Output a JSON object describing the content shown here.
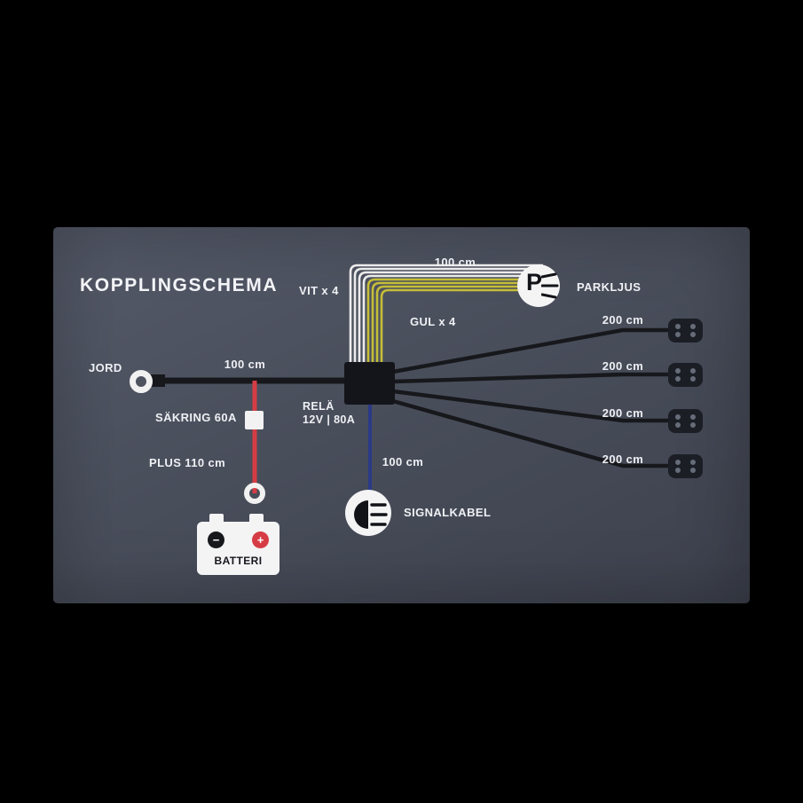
{
  "diagram": {
    "title": "KOPPLINGSCHEMA",
    "ground": {
      "label": "JORD",
      "length": "100 cm"
    },
    "fuse": {
      "label": "SÄKRING 60A"
    },
    "plus_wire": {
      "label": "PLUS 110 cm"
    },
    "battery": {
      "label": "BATTERI",
      "minus": "−",
      "plus": "+"
    },
    "relay": {
      "name": "RELÄ",
      "spec": "12V | 80A"
    },
    "bundle": {
      "length": "100 cm",
      "white_label": "VIT x 4",
      "yellow_label": "GUL x 4"
    },
    "parkljus": {
      "label": "PARKLJUS",
      "letter": "P"
    },
    "signal": {
      "length": "100 cm",
      "label": "SIGNALKABEL"
    },
    "branches": [
      {
        "length": "200 cm"
      },
      {
        "length": "200 cm"
      },
      {
        "length": "200 cm"
      },
      {
        "length": "200 cm"
      }
    ],
    "colors": {
      "panel": "#4a4f5c",
      "wire_dark": "#17181c",
      "wire_red": "#d63c44",
      "wire_yellow": "#c5be37",
      "wire_white": "#ececec",
      "wire_blue": "#2b3a86",
      "text": "#eef0f3"
    }
  }
}
